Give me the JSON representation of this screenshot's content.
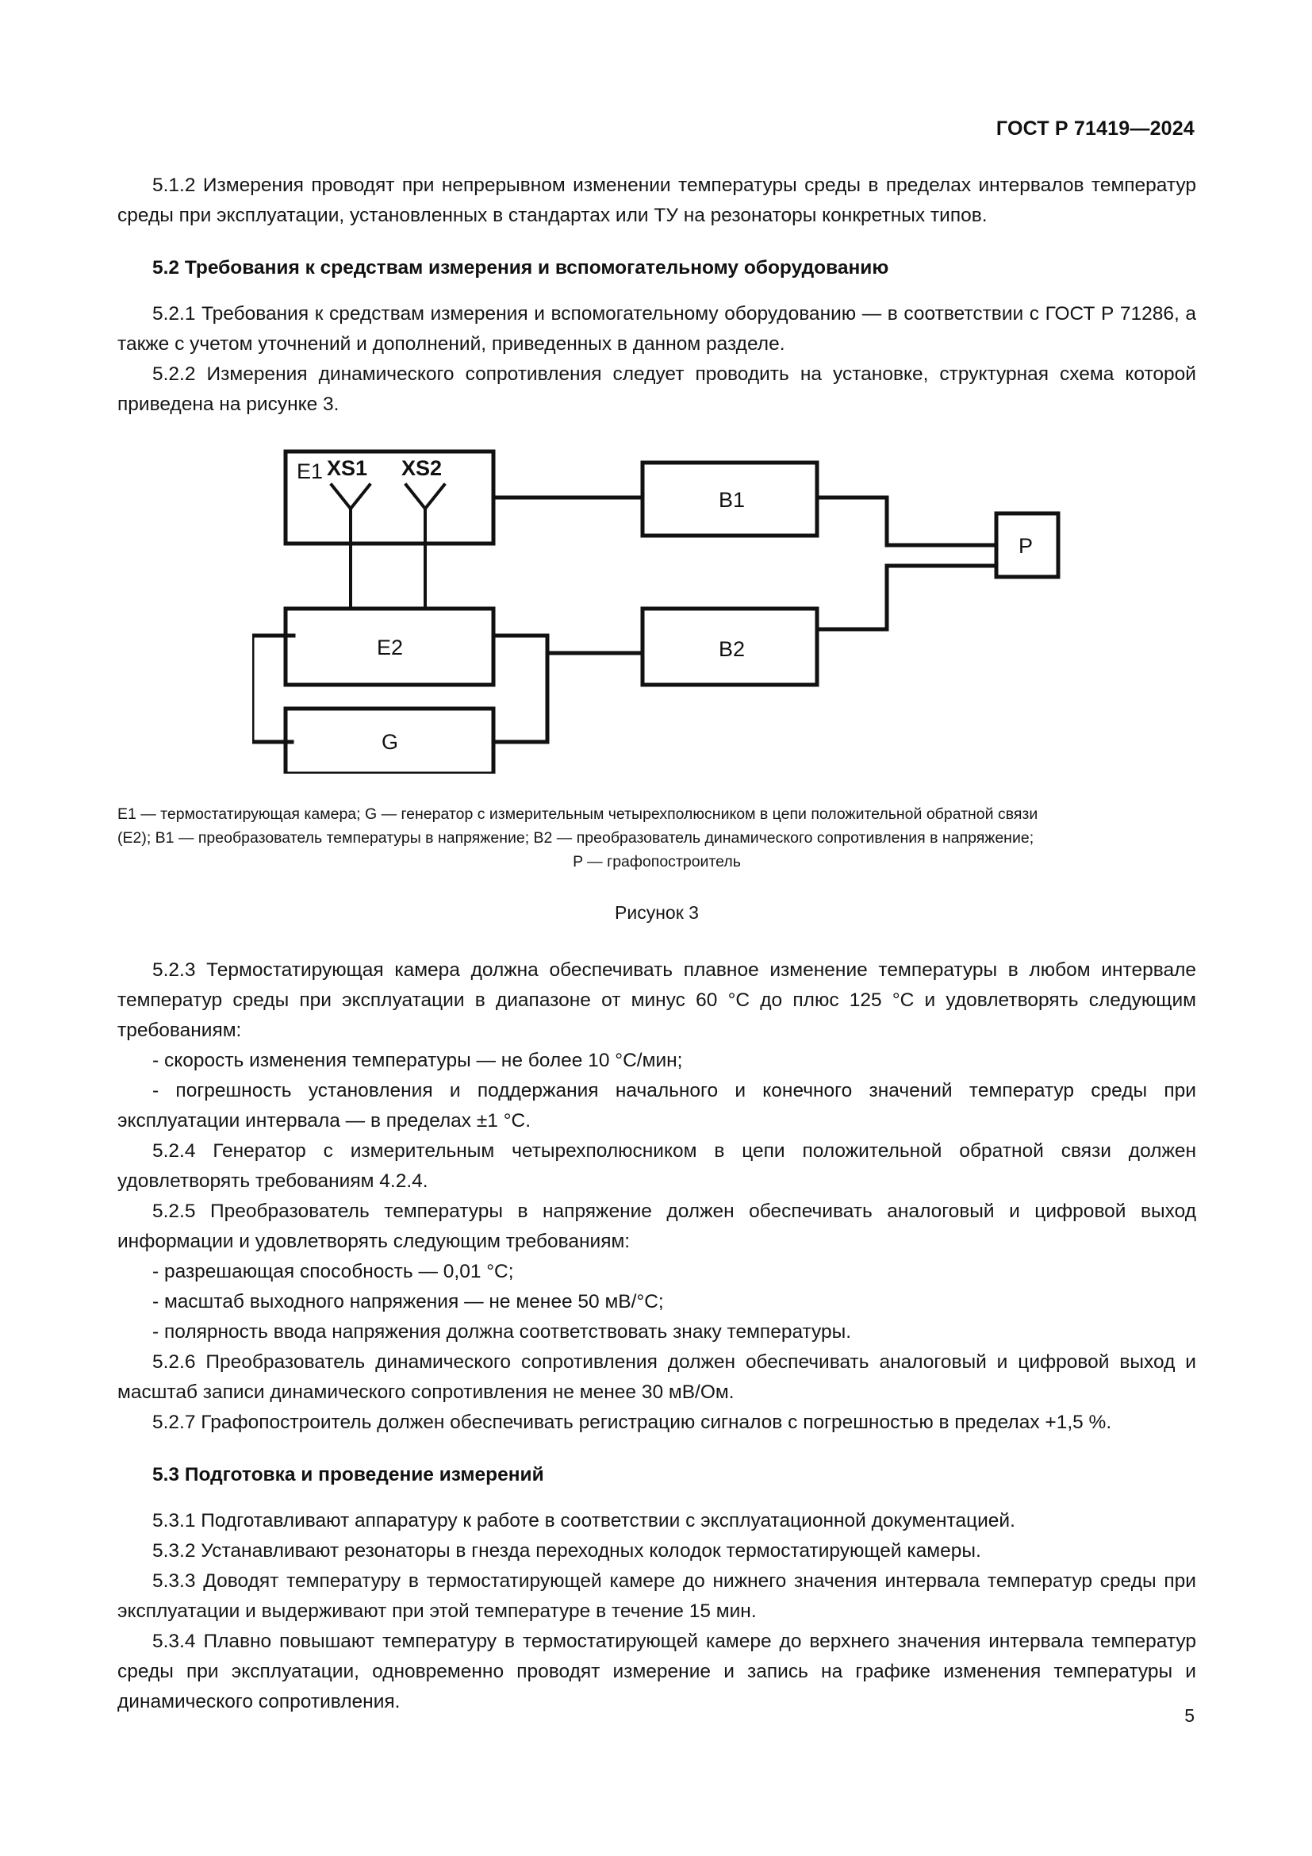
{
  "header": {
    "standard_title": "ГОСТ Р 71419—2024"
  },
  "page_number": "5",
  "body": {
    "p_5_1_2": "5.1.2  Измерения проводят при непрерывном изменении температуры среды в пределах интервалов температур среды при эксплуатации, установленных в стандартах или ТУ на резонаторы конкретных типов.",
    "h_5_2": "5.2  Требования к средствам измерения и вспомогательному оборудованию",
    "p_5_2_1": "5.2.1  Требования к средствам измерения и вспомогательному оборудованию — в соответствии с ГОСТ Р 71286, а также с учетом уточнений и дополнений, приведенных в данном разделе.",
    "p_5_2_2": "5.2.2  Измерения динамического сопротивления следует проводить на установке, структурная схема которой приведена на рисунке 3.",
    "p_5_2_3": "5.2.3  Термостатирующая камера должна обеспечивать плавное изменение температуры в любом интервале температур среды при эксплуатации в диапазоне от минус 60 °C до плюс 125 °C и удовлетворять следующим требованиям:",
    "b_5_2_3_1": "- скорость изменения температуры — не более 10 °C/мин;",
    "b_5_2_3_2": "- погрешность установления и поддержания начального и конечного значений температур среды при эксплуатации интервала — в пределах ±1 °C.",
    "p_5_2_4": "5.2.4  Генератор с измерительным четырехполюсником в цепи положительной обратной связи должен удовлетворять требованиям 4.2.4.",
    "p_5_2_5": "5.2.5  Преобразователь температуры в напряжение должен обеспечивать аналоговый и цифровой выход информации и удовлетворять следующим требованиям:",
    "b_5_2_5_1": "- разрешающая способность — 0,01 °C;",
    "b_5_2_5_2": "- масштаб выходного напряжения — не менее 50 мВ/°C;",
    "b_5_2_5_3": "- полярность ввода напряжения должна соответствовать знаку температуры.",
    "p_5_2_6": "5.2.6  Преобразователь динамического сопротивления должен обеспечивать аналоговый и цифровой выход и масштаб записи динамического сопротивления не менее 30 мВ/Ом.",
    "p_5_2_7": "5.2.7  Графопостроитель должен обеспечивать регистрацию сигналов с погрешностью в пределах +1,5 %.",
    "h_5_3": "5.3  Подготовка и проведение измерений",
    "p_5_3_1": "5.3.1  Подготавливают аппаратуру к работе в соответствии с эксплуатационной документацией.",
    "p_5_3_2": "5.3.2  Устанавливают резонаторы в гнезда переходных колодок термостатирующей камеры.",
    "p_5_3_3": "5.3.3  Доводят температуру в термостатирующей камере до нижнего значения интервала температур среды при эксплуатации и выдерживают при этой температуре в течение 15 мин.",
    "p_5_3_4": "5.3.4  Плавно повышают температуру в термостатирующей камере до верхнего значения интервала температур среды при эксплуатации, одновременно проводят измерение и запись на графике изменения температуры и динамического сопротивления."
  },
  "figure": {
    "number_label": "Рисунок 3",
    "caption_line_1": "E1 — термостатирующая камера; G — генератор с измерительным четырехполюсником в цепи положительной обратной связи",
    "caption_line_2": "(E2); B1 — преобразователь температуры в напряжение; B2 — преобразователь динамического сопротивления в напряжение;",
    "caption_line_3": "P — графопостроитель",
    "blocks": {
      "e1": "E1",
      "xs1": "XS1",
      "xs2": "XS2",
      "e2": "E2",
      "g": "G",
      "b1": "B1",
      "b2": "B2",
      "p": "P"
    }
  }
}
